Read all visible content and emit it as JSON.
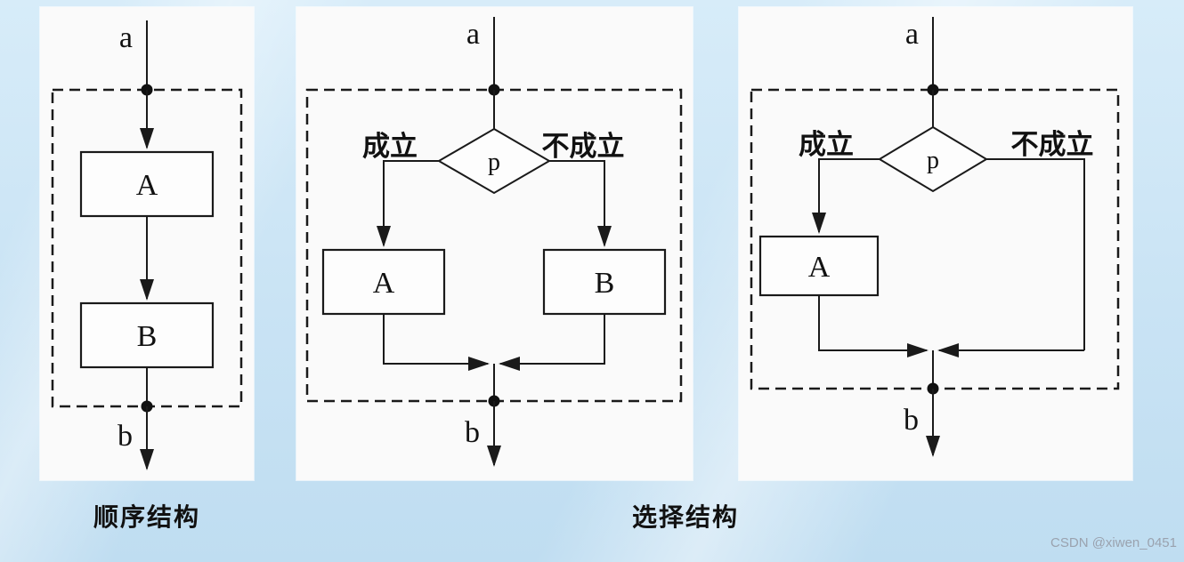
{
  "colors": {
    "background": "#c9e3f4",
    "panel": "#fafafa",
    "line": "#1a1a1a",
    "text": "#111111",
    "watermark": "#9aa2ae"
  },
  "diagrams": {
    "sequence": {
      "entry_label": "a",
      "exit_label": "b",
      "box_a": "A",
      "box_b": "B",
      "caption": "顺序结构"
    },
    "selection_two_branch": {
      "entry_label": "a",
      "exit_label": "b",
      "condition_label": "p",
      "true_branch_label": "成立",
      "false_branch_label": "不成立",
      "box_a": "A",
      "box_b": "B"
    },
    "selection_single_branch": {
      "entry_label": "a",
      "exit_label": "b",
      "condition_label": "p",
      "true_branch_label": "成立",
      "false_branch_label": "不成立",
      "box_a": "A"
    },
    "selection_caption": "选择结构"
  },
  "watermark": "CSDN @xiwen_0451"
}
